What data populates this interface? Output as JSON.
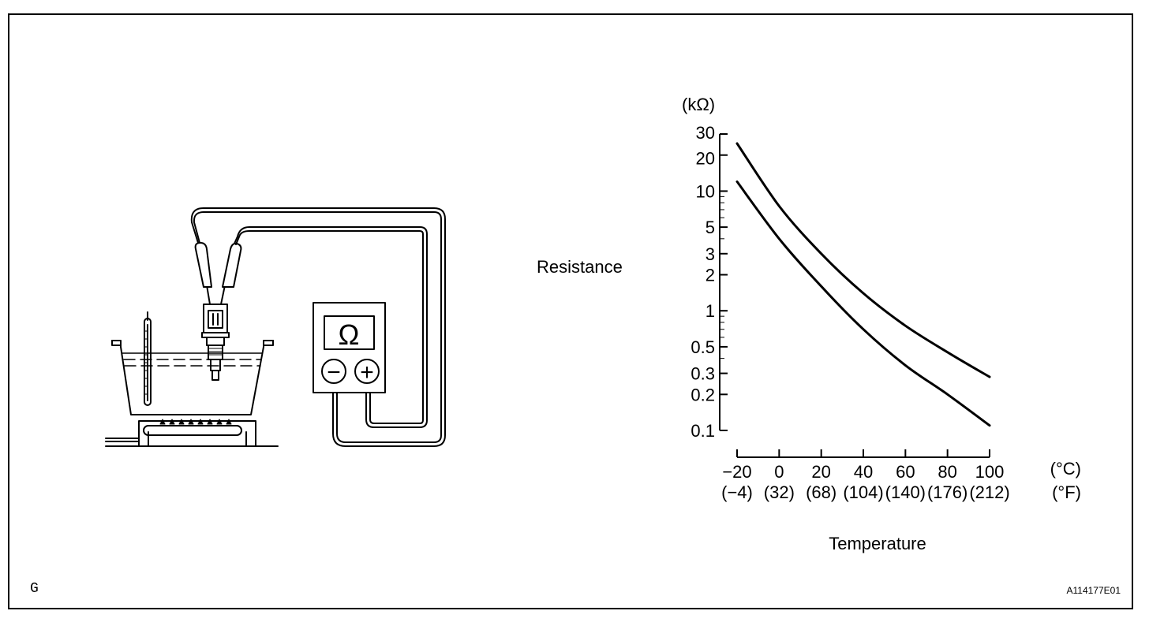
{
  "figure": {
    "corner_mark": "G",
    "figure_id": "A114177E01"
  },
  "meter": {
    "symbol": "Ω",
    "negative_symbol": "−",
    "positive_symbol": "+"
  },
  "chart_data": {
    "type": "line",
    "title": "",
    "xlabel": "Temperature",
    "ylabel": "Resistance",
    "y_unit": "(kΩ)",
    "x_unit_c": "(°C)",
    "x_unit_f": "(°F)",
    "y_scale": "log",
    "xlim": [
      -20,
      100
    ],
    "ylim": [
      0.1,
      30
    ],
    "grid": false,
    "x_ticks": [
      -20,
      0,
      20,
      40,
      60,
      80,
      100
    ],
    "x_tick_labels_c": [
      "−20",
      "0",
      "20",
      "40",
      "60",
      "80",
      "100"
    ],
    "x_tick_labels_f": [
      "(−4)",
      "(32)",
      "(68)",
      "(104)",
      "(140)",
      "(176)",
      "(212)"
    ],
    "y_major_ticks": [
      0.1,
      0.2,
      0.3,
      0.5,
      1,
      2,
      3,
      5,
      10,
      20,
      30
    ],
    "y_tick_labels": [
      "0.1",
      "0.2",
      "0.3",
      "0.5",
      "1",
      "2",
      "3",
      "5",
      "10",
      "20",
      "30"
    ],
    "series": [
      {
        "x": [
          -20,
          0,
          20,
          40,
          60,
          80,
          100
        ],
        "values": [
          25,
          7.5,
          3.0,
          1.4,
          0.75,
          0.45,
          0.28
        ]
      },
      {
        "x": [
          -20,
          0,
          20,
          40,
          60,
          80,
          100
        ],
        "values": [
          12,
          4.0,
          1.6,
          0.7,
          0.35,
          0.2,
          0.11
        ]
      }
    ]
  }
}
